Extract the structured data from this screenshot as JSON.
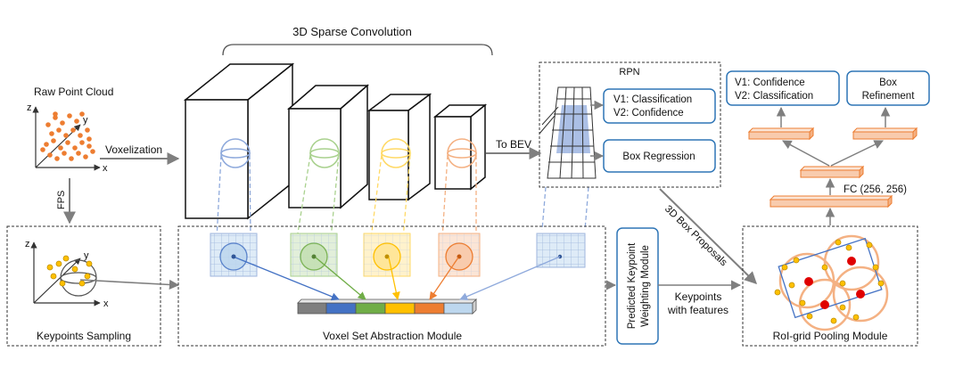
{
  "title_conv": "3D Sparse Convolution",
  "raw_point_cloud": "Raw Point Cloud",
  "voxelization": "Voxelization",
  "fps": "FPS",
  "to_bev": "To BEV",
  "rpn": {
    "title": "RPN",
    "class_line1": "V1: Classification",
    "class_line2": "V2: Confidence",
    "box_regression": "Box Regression"
  },
  "proposals": "3D Box Proposals",
  "heads": {
    "conf_line1": "V1: Confidence",
    "conf_line2": "V2: Classification",
    "refine_line1": "Box",
    "refine_line2": "Refinement",
    "fc": "FC (256, 256)"
  },
  "keypoints_sampling": "Keypoints Sampling",
  "vsa": "Voxel Set Abstraction Module",
  "pkw_line1": "Predicted Keypoint",
  "pkw_line2": "Weighting Module",
  "kp_feat_line1": "Keypoints",
  "kp_feat_line2": "with features",
  "roi_grid": "RoI-grid Pooling Module",
  "axes": {
    "x": "x",
    "y": "y",
    "z": "z"
  },
  "colors": {
    "blue": "#4472c4",
    "green": "#70ad47",
    "yellow": "#ffc000",
    "orange": "#ed7d31",
    "pink": "#f4b183",
    "box_border": "#2e75b6",
    "fc_fill": "#f8cbad",
    "fc_border": "#ed7d31",
    "arrow": "#7f7f7f",
    "red": "#e00000"
  }
}
